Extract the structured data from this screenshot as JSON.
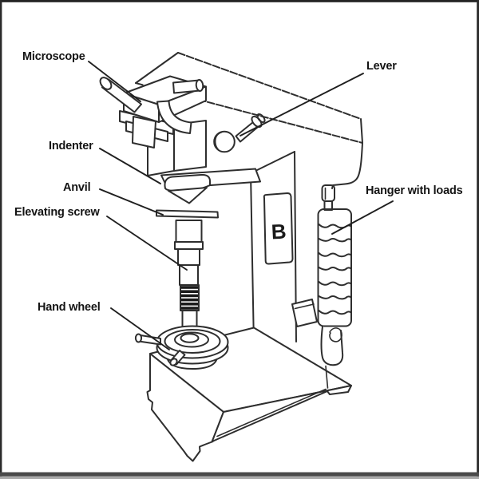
{
  "diagram": {
    "kind": "labeled-line-diagram",
    "labels": [
      {
        "id": "microscope",
        "text": "Microscope"
      },
      {
        "id": "lever",
        "text": "Lever"
      },
      {
        "id": "indenter",
        "text": "Indenter"
      },
      {
        "id": "anvil",
        "text": "Anvil"
      },
      {
        "id": "elevating-screw",
        "text": "Elevating screw"
      },
      {
        "id": "hand-wheel",
        "text": "Hand wheel"
      },
      {
        "id": "hanger-with-loads",
        "text": "Hanger with loads"
      }
    ],
    "panel_letter": "B",
    "colors": {
      "background": "#ffffff",
      "line": "#2e2e2e",
      "label_text": "#141414",
      "border": "#232323",
      "bottom_bar": "#4a4a4a",
      "bottom_bar_light": "#a9a9a9",
      "bellows": "#1b1b1b"
    }
  }
}
